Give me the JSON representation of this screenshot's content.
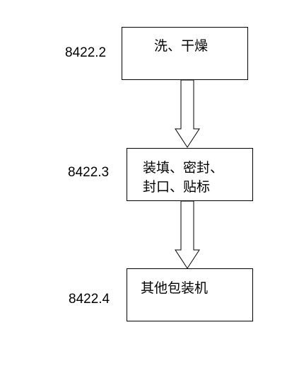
{
  "steps": [
    {
      "code": "8422.2",
      "lines": [
        "洗、干燥"
      ]
    },
    {
      "code": "8422.3",
      "lines": [
        "装填、密封、",
        "封口、贴标"
      ]
    },
    {
      "code": "8422.4",
      "lines": [
        "其他包装机"
      ]
    }
  ],
  "colors": {
    "stroke": "#000000",
    "fill": "#ffffff",
    "text": "#000000"
  },
  "icons": {
    "connector": "hollow-down-arrow-icon"
  }
}
